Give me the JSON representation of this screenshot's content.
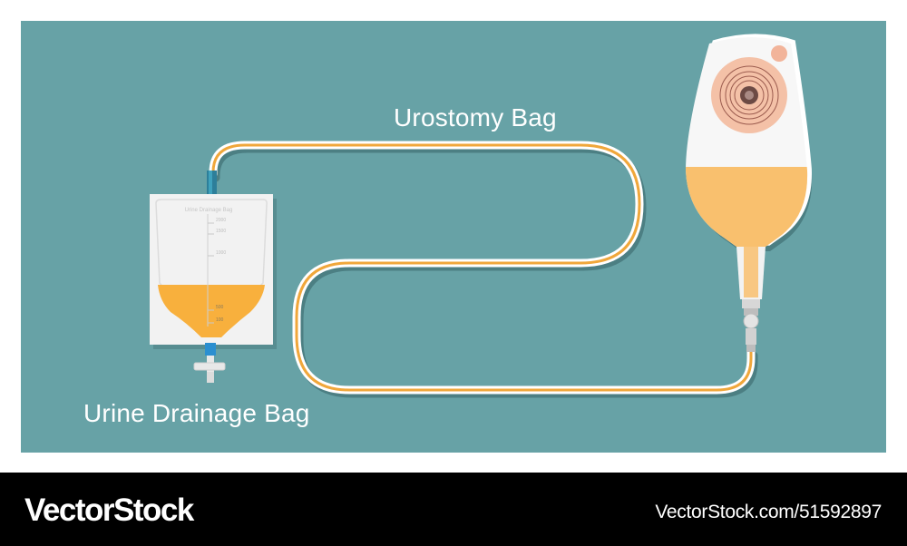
{
  "labels": {
    "urostomy_bag": "Urostomy Bag",
    "urine_drainage_bag": "Urine Drainage Bag",
    "bag_print_title": "Urine Drainage Bag",
    "scale_marks": [
      "2000",
      "1500",
      "1000",
      "500",
      "100"
    ]
  },
  "footer": {
    "logo": "VectorStock",
    "url": "VectorStock.com/51592897"
  },
  "colors": {
    "background": "#67a2a6",
    "urine": "#f9c06e",
    "urine_drainage_fill": "#f8b03d",
    "tube_core": "#f0a73b",
    "bag_body": "#f7f7f7",
    "skin_barrier": "#f4c1a7",
    "connector_blue": "#2b8fd0",
    "footer": "#000000"
  }
}
